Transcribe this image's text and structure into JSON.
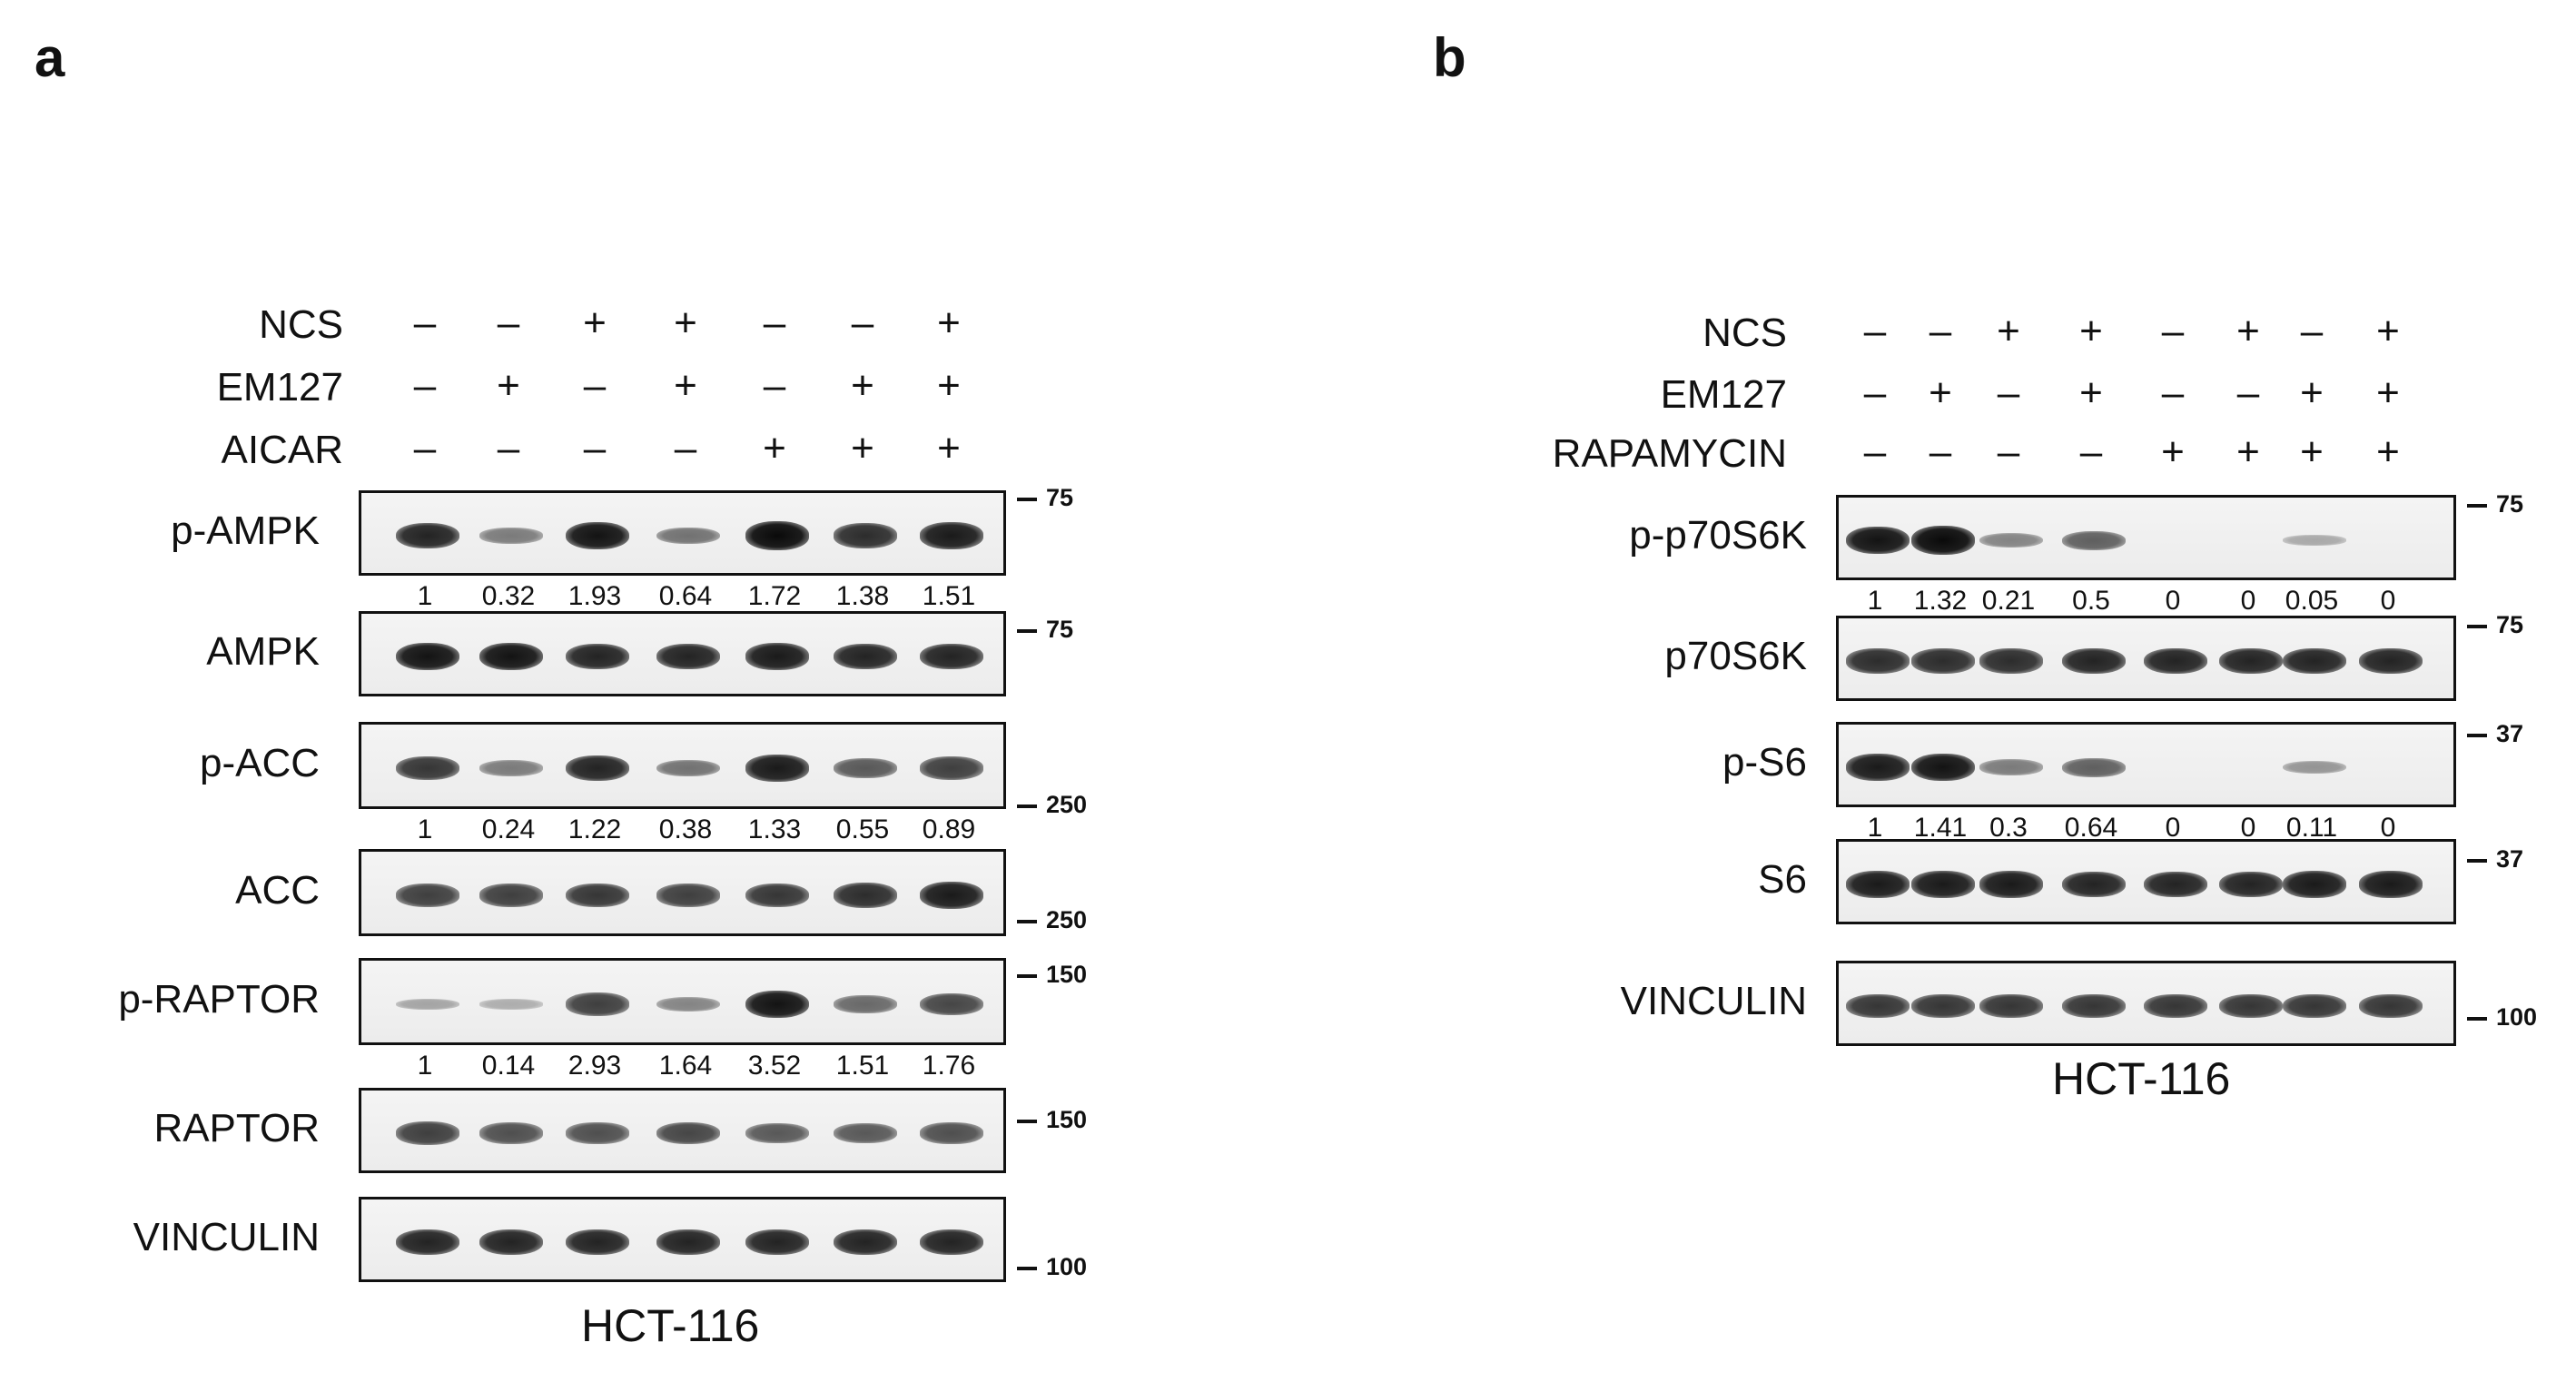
{
  "panel_a": {
    "letter": "a",
    "treatments": [
      {
        "label": "NCS",
        "values": [
          "–",
          "–",
          "+",
          "+",
          "–",
          "–",
          "+"
        ]
      },
      {
        "label": "EM127",
        "values": [
          "–",
          "+",
          "–",
          "+",
          "–",
          "+",
          "+"
        ]
      },
      {
        "label": "AICAR",
        "values": [
          "–",
          "–",
          "–",
          "–",
          "+",
          "+",
          "+"
        ]
      }
    ],
    "blots": [
      {
        "label": "p-AMPK",
        "mw": [
          "75"
        ],
        "intensities": [
          0.85,
          0.35,
          0.95,
          0.4,
          1.0,
          0.8,
          0.9
        ],
        "quant": [
          "1",
          "0.32",
          "1.93",
          "0.64",
          "1.72",
          "1.38",
          "1.51"
        ]
      },
      {
        "label": "AMPK",
        "mw": [
          "75"
        ],
        "intensities": [
          0.95,
          0.95,
          0.85,
          0.85,
          0.9,
          0.85,
          0.85
        ],
        "quant": []
      },
      {
        "label": "p-ACC",
        "mw": [
          "250"
        ],
        "intensities": [
          0.75,
          0.35,
          0.85,
          0.4,
          0.9,
          0.55,
          0.7
        ],
        "quant": [
          "1",
          "0.24",
          "1.22",
          "0.38",
          "1.33",
          "0.55",
          "0.89"
        ]
      },
      {
        "label": "ACC",
        "mw": [
          "250"
        ],
        "intensities": [
          0.7,
          0.7,
          0.75,
          0.7,
          0.75,
          0.8,
          0.9
        ],
        "quant": []
      },
      {
        "label": "p-RAPTOR",
        "mw": [
          "150"
        ],
        "intensities": [
          0.1,
          0.05,
          0.7,
          0.3,
          0.95,
          0.45,
          0.65
        ],
        "quant": [
          "1",
          "0.14",
          "2.93",
          "1.64",
          "3.52",
          "1.51",
          "1.76"
        ]
      },
      {
        "label": "RAPTOR",
        "mw": [
          "150"
        ],
        "intensities": [
          0.7,
          0.6,
          0.6,
          0.65,
          0.55,
          0.55,
          0.6
        ],
        "quant": []
      },
      {
        "label": "VINCULIN",
        "mw": [
          "100"
        ],
        "intensities": [
          0.85,
          0.85,
          0.85,
          0.85,
          0.85,
          0.85,
          0.85
        ],
        "quant": []
      }
    ],
    "cell_line": "HCT-116"
  },
  "panel_b": {
    "letter": "b",
    "treatments": [
      {
        "label": "NCS",
        "values": [
          "–",
          "–",
          "+",
          "+",
          "–",
          "+",
          "–",
          "+"
        ]
      },
      {
        "label": "EM127",
        "values": [
          "–",
          "+",
          "–",
          "+",
          "–",
          "–",
          "+",
          "+"
        ]
      },
      {
        "label": "RAPAMYCIN",
        "values": [
          "–",
          "–",
          "–",
          "–",
          "+",
          "+",
          "+",
          "+"
        ]
      }
    ],
    "blots": [
      {
        "label": "p-p70S6K",
        "mw": [
          "75"
        ],
        "intensities": [
          0.95,
          1.0,
          0.3,
          0.5,
          0,
          0,
          0.08,
          0
        ],
        "quant": [
          "1",
          "1.32",
          "0.21",
          "0.5",
          "0",
          "0",
          "0.05",
          "0"
        ]
      },
      {
        "label": "p70S6K",
        "mw": [
          "75"
        ],
        "intensities": [
          0.8,
          0.8,
          0.8,
          0.85,
          0.85,
          0.85,
          0.85,
          0.85
        ],
        "quant": []
      },
      {
        "label": "p-S6",
        "mw": [
          "37"
        ],
        "intensities": [
          0.9,
          0.95,
          0.35,
          0.5,
          0,
          0,
          0.2,
          0
        ],
        "quant": [
          "1",
          "1.41",
          "0.3",
          "0.64",
          "0",
          "0",
          "0.11",
          "0"
        ]
      },
      {
        "label": "S6",
        "mw": [
          "37"
        ],
        "intensities": [
          0.9,
          0.9,
          0.9,
          0.85,
          0.85,
          0.85,
          0.9,
          0.9
        ],
        "quant": []
      },
      {
        "label": "VINCULIN",
        "mw": [
          "100"
        ],
        "intensities": [
          0.75,
          0.75,
          0.75,
          0.75,
          0.75,
          0.75,
          0.75,
          0.75
        ],
        "quant": []
      }
    ],
    "cell_line": "HCT-116"
  }
}
